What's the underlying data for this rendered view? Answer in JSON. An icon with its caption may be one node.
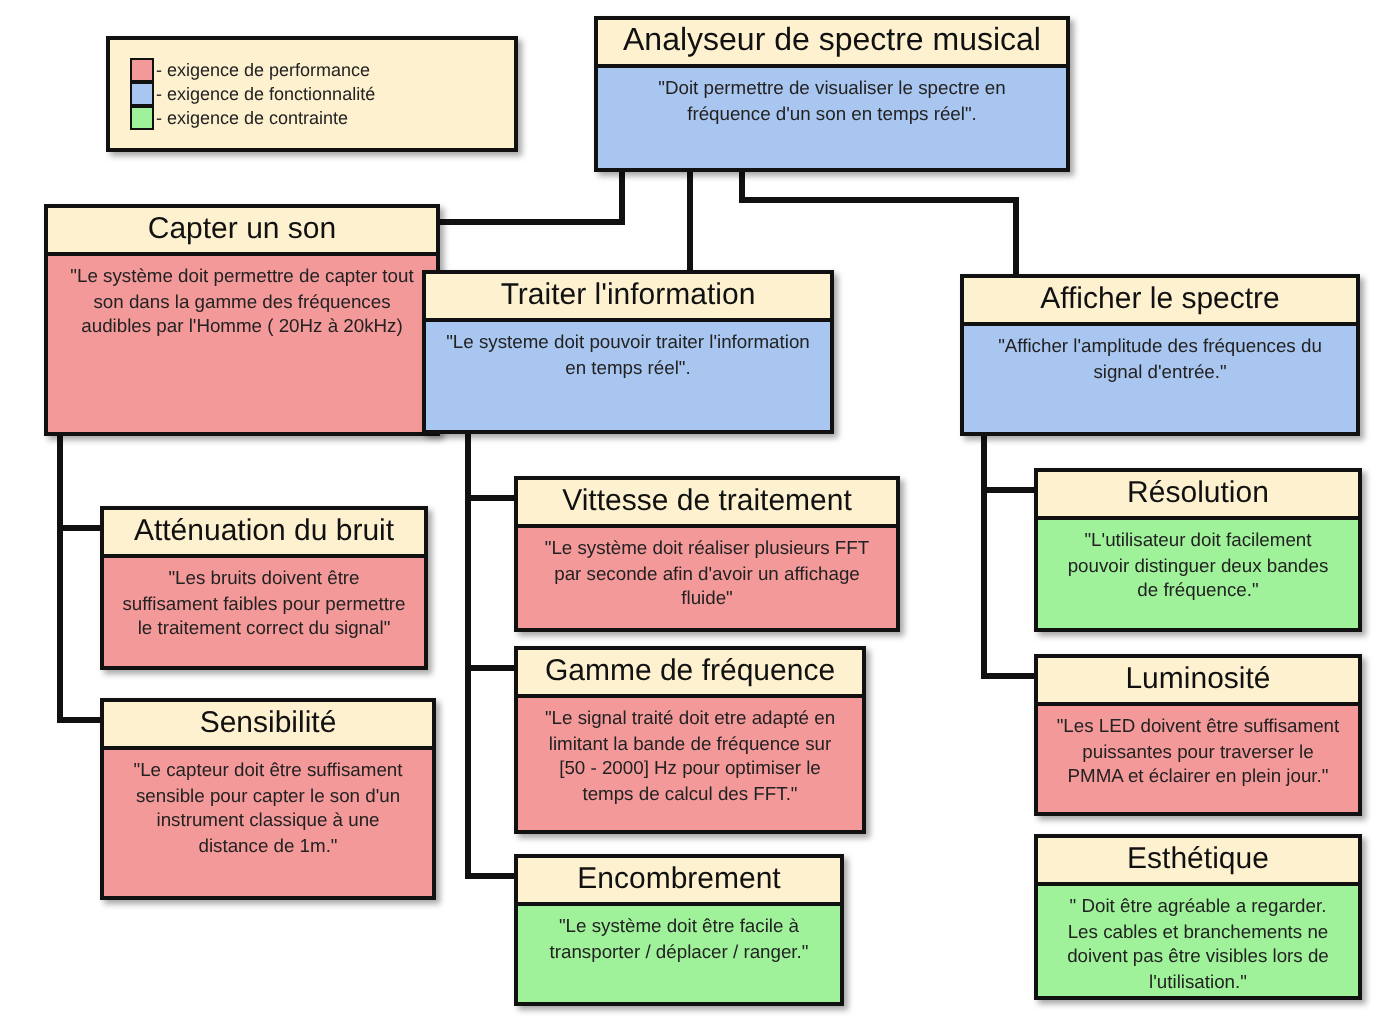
{
  "diagram": {
    "nodes": [
      {
        "text": [
          "Analyseur de spectre musical",
          "\"Doit permettre de visualiser le spectre en fréquence d'un son en temps réel\"."
        ]
      },
      {
        "text": [
          "Capter un son",
          "\"Le système doit permettre de capter tout son dans la gamme des fréquences audibles par l'Homme ( 20Hz à 20kHz)"
        ]
      },
      {
        "text": [
          "Traiter l'information",
          "\"Le systeme doit pouvoir traiter l'information en temps réel\"."
        ]
      },
      {
        "text": [
          "Afficher le spectre",
          "\"Afficher l'amplitude des fréquences du signal d'entrée.\""
        ]
      },
      {
        "text": [
          "Atténuation du bruit",
          "\"Les bruits doivent être suffisament faibles pour permettre le traitement correct du signal\""
        ]
      },
      {
        "text": [
          "Sensibilité",
          "\"Le capteur doit être suffisament sensible pour capter le son d'un instrument classique à une distance de 1m.\""
        ]
      },
      {
        "text": [
          "Vittesse de traitement",
          "\"Le système doit réaliser plusieurs FFT par seconde afin d'avoir un affichage fluide\""
        ]
      },
      {
        "text": [
          "Gamme de fréquence",
          "\"Le signal traité doit etre adapté en limitant la bande de fréquence sur [50 - 2000] Hz pour optimiser le temps de calcul des FFT.\""
        ]
      },
      {
        "text": [
          "Encombrement",
          "\"Le système doit être facile à transporter / déplacer / ranger.\""
        ]
      },
      {
        "text": [
          "Résolution",
          "\"L'utilisateur doit facilement pouvoir distinguer deux bandes de fréquence.\""
        ]
      },
      {
        "text": [
          "Luminosité",
          "\"Les LED doivent être suffisament puissantes pour traverser le PMMA et éclairer en plein jour.\""
        ]
      },
      {
        "text": [
          "Esthétique",
          "\" Doit être agréable a regarder. Les cables et branchements ne doivent pas être visibles lors de l'utilisation.\""
        ]
      }
    ],
    "edges": [
      {
        "from": 0,
        "to": 1,
        "arrow": "none"
      },
      {
        "from": 0,
        "to": 2,
        "arrow": "none"
      },
      {
        "from": 0,
        "to": 3,
        "arrow": "none"
      },
      {
        "from": 1,
        "to": 4,
        "arrow": "none"
      },
      {
        "from": 1,
        "to": 5,
        "arrow": "none"
      },
      {
        "from": 2,
        "to": 6,
        "arrow": "none"
      },
      {
        "from": 2,
        "to": 7,
        "arrow": "none"
      },
      {
        "from": 2,
        "to": 8,
        "arrow": "none"
      },
      {
        "from": 3,
        "to": 9,
        "arrow": "none"
      },
      {
        "from": 3,
        "to": 10,
        "arrow": "none"
      }
    ],
    "legend": [
      {
        "text": "- exigence de performance",
        "color": "#f4999a"
      },
      {
        "text": "- exigence de fonctionnalité",
        "color": "#a9c6f0"
      },
      {
        "text": "- exigence de contrainte",
        "color": "#9ff29a"
      }
    ]
  }
}
